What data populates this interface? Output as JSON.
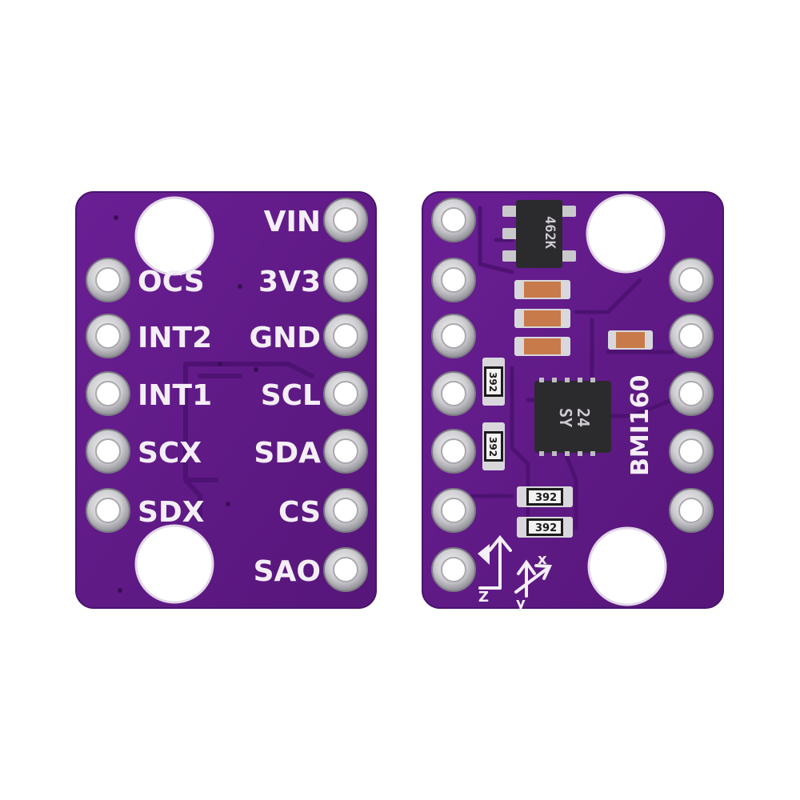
{
  "boards": {
    "front": {
      "left_pins": [
        "OCS",
        "INT2",
        "INT1",
        "SCX",
        "SDX"
      ],
      "right_pins": [
        "VIN",
        "3V3",
        "GND",
        "SCL",
        "SDA",
        "CS",
        "SAO"
      ]
    },
    "back": {
      "regulator_marking": "462K",
      "sensor_marking_line1": "24",
      "sensor_marking_line2": "SY",
      "resistor_markings": [
        "392",
        "392",
        "392",
        "392"
      ],
      "model_label": "BMI160",
      "axis_labels": {
        "x": "x",
        "y": "y",
        "z": "Z"
      }
    }
  },
  "colors": {
    "pcb": "#5e1a87",
    "pcb_edge": "#4a1370",
    "silkscreen": "#f4eef6",
    "pad_silver": "#d9d9dc",
    "hole": "#ffffff",
    "capacitor_ceramic": "#c87a4b",
    "resistor_body": "#1c1c1c",
    "chip_body": "#2b2b2e"
  }
}
